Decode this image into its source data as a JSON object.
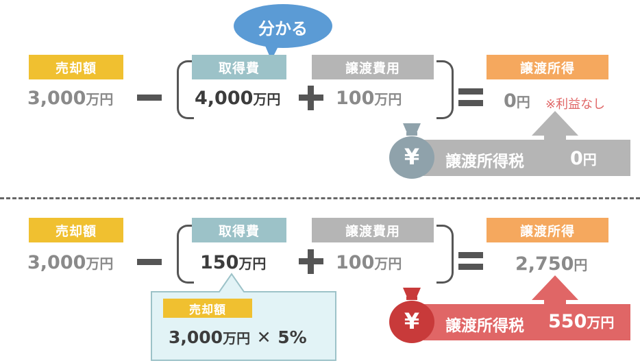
{
  "top": {
    "speech_bubble": "分かる",
    "sale": {
      "label": "売却額",
      "amount": "3,000",
      "unit": "万円"
    },
    "acquisition": {
      "label": "取得費",
      "amount": "4,000",
      "unit": "万円"
    },
    "transfer_cost": {
      "label": "譲渡費用",
      "amount": "100",
      "unit": "万円"
    },
    "income": {
      "label": "譲渡所得",
      "amount": "0",
      "unit": "円",
      "note": "※利益なし"
    },
    "tax": {
      "label": "譲渡所得税",
      "amount": "0",
      "unit": "円",
      "bag_symbol": "¥"
    }
  },
  "bottom": {
    "sale": {
      "label": "売却額",
      "amount": "3,000",
      "unit": "万円"
    },
    "acquisition": {
      "label": "取得費",
      "amount": "150",
      "unit": "万円"
    },
    "transfer_cost": {
      "label": "譲渡費用",
      "amount": "100",
      "unit": "万円"
    },
    "income": {
      "label": "譲渡所得",
      "amount": "2,750",
      "unit": "円"
    },
    "callout": {
      "label": "売却額",
      "formula_amount": "3,000",
      "formula_unit": "万円",
      "times": "✕",
      "rate": "5%"
    },
    "tax": {
      "label": "譲渡所得税",
      "amount": "550",
      "unit": "万円",
      "bag_symbol": "¥"
    }
  },
  "colors": {
    "sale": "#f0c030",
    "acquisition": "#9cc2c8",
    "transfer_cost": "#b5b5b5",
    "income": "#f5a85e",
    "tax_top": "#b5b5b5",
    "tax_bottom": "#e06666",
    "bubble": "#5b9bd5",
    "note": "#e06666",
    "callout_bg": "#e2f3f6"
  },
  "icons": [
    "money-bag-icon",
    "minus-icon",
    "plus-icon",
    "equals-icon",
    "up-arrow-icon"
  ]
}
